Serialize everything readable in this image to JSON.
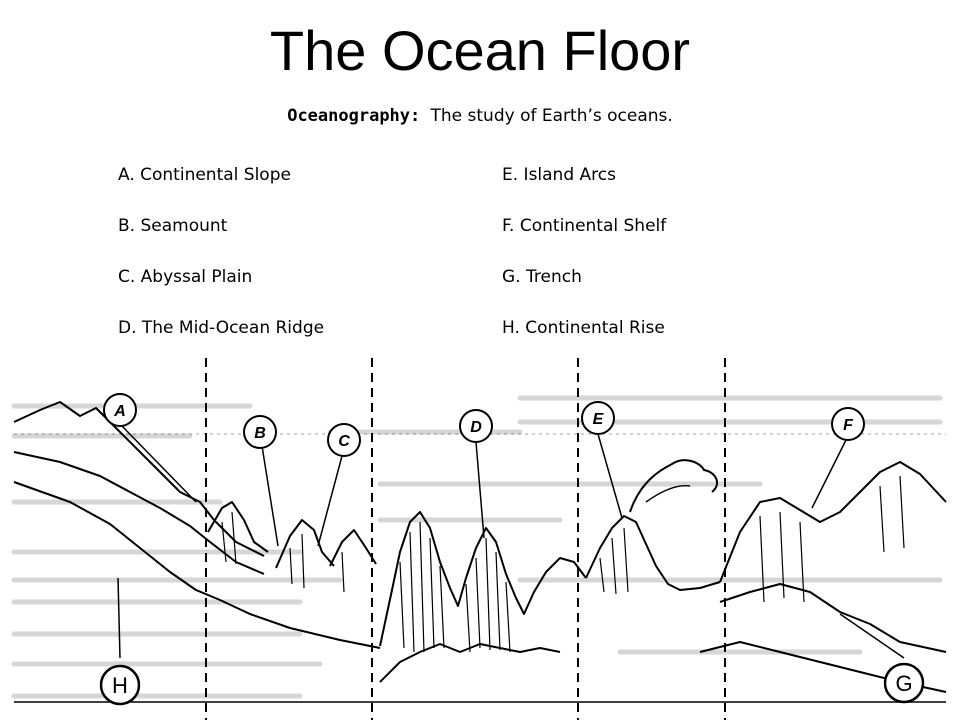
{
  "title": "The Ocean Floor",
  "definition": {
    "term": "Oceanography:",
    "text": "The study of Earth’s oceans."
  },
  "legend": [
    {
      "label": "A. Continental Slope"
    },
    {
      "label": "E. Island Arcs"
    },
    {
      "label": "B. Seamount"
    },
    {
      "label": "F. Continental Shelf"
    },
    {
      "label": "C. Abyssal Plain"
    },
    {
      "label": "G. Trench"
    },
    {
      "label": "D. The Mid-Ocean Ridge"
    },
    {
      "label": "H. Continental Rise"
    }
  ],
  "diagram_markers": {
    "a": "A",
    "b": "B",
    "c": "C",
    "d": "D",
    "e": "E",
    "f": "F",
    "g": "G",
    "h": "H"
  },
  "colors": {
    "ink": "#000000",
    "background": "#ffffff",
    "faded_text": "#9a9a9a"
  }
}
